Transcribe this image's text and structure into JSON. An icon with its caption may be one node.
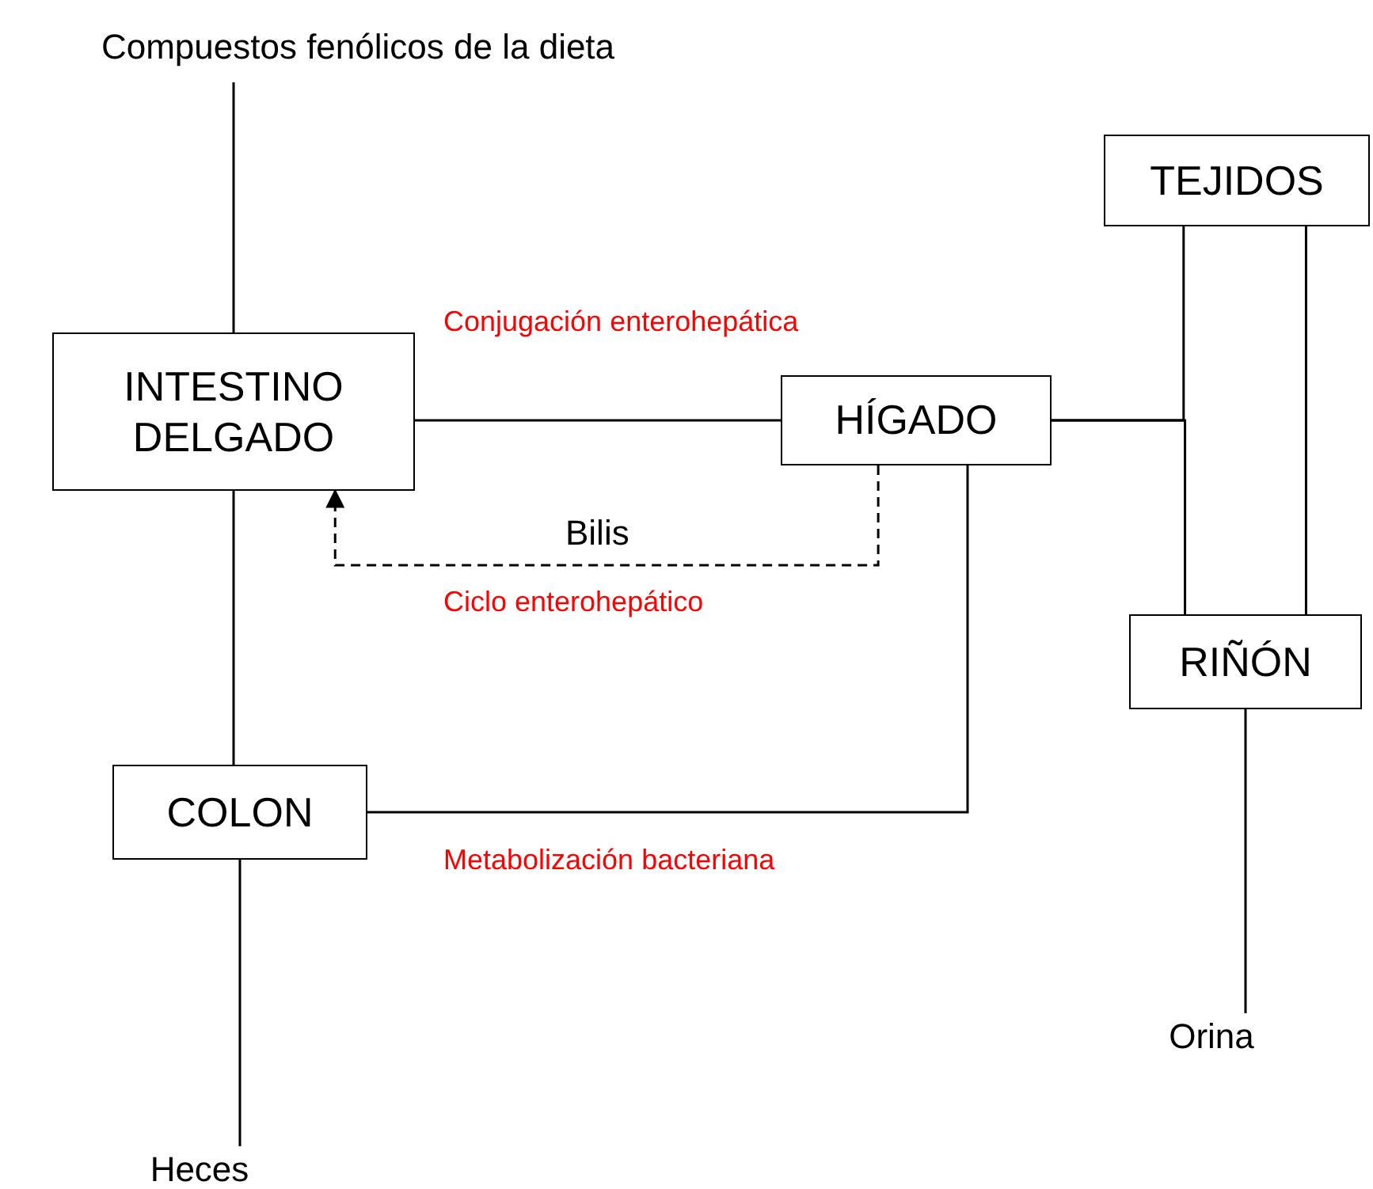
{
  "diagram": {
    "nodes": [
      {
        "text": [
          "Compuestos fenólicos de la dieta"
        ]
      },
      {
        "text": [
          "INTESTINO DELGADO"
        ]
      },
      {
        "text": [
          "HÍGADO"
        ]
      },
      {
        "text": [
          "TEJIDOS"
        ]
      },
      {
        "text": [
          "RIÑÓN"
        ]
      },
      {
        "text": [
          "COLON"
        ]
      },
      {
        "text": [
          "Orina"
        ]
      },
      {
        "text": [
          "Heces"
        ]
      }
    ],
    "edges": [
      {
        "from": 0,
        "to": 1,
        "arrow": "none"
      },
      {
        "from": 1,
        "to": 2,
        "arrow": "none"
      },
      {
        "from": 2,
        "to": 1,
        "arrow": "to",
        "style": "dashed",
        "label": "Bilis"
      },
      {
        "from": 1,
        "to": 5,
        "arrow": "none"
      },
      {
        "from": 5,
        "to": 2,
        "arrow": "none"
      },
      {
        "from": 2,
        "to": 3,
        "arrow": "none"
      },
      {
        "from": 2,
        "to": 4,
        "arrow": "none"
      },
      {
        "from": 3,
        "to": 4,
        "arrow": "none"
      },
      {
        "from": 4,
        "to": 6,
        "arrow": "none"
      },
      {
        "from": 5,
        "to": 7,
        "arrow": "none"
      }
    ],
    "labels": [
      "Conjugación enterohepática",
      "Ciclo enterohepático",
      "Metabolización bacteriana"
    ]
  }
}
